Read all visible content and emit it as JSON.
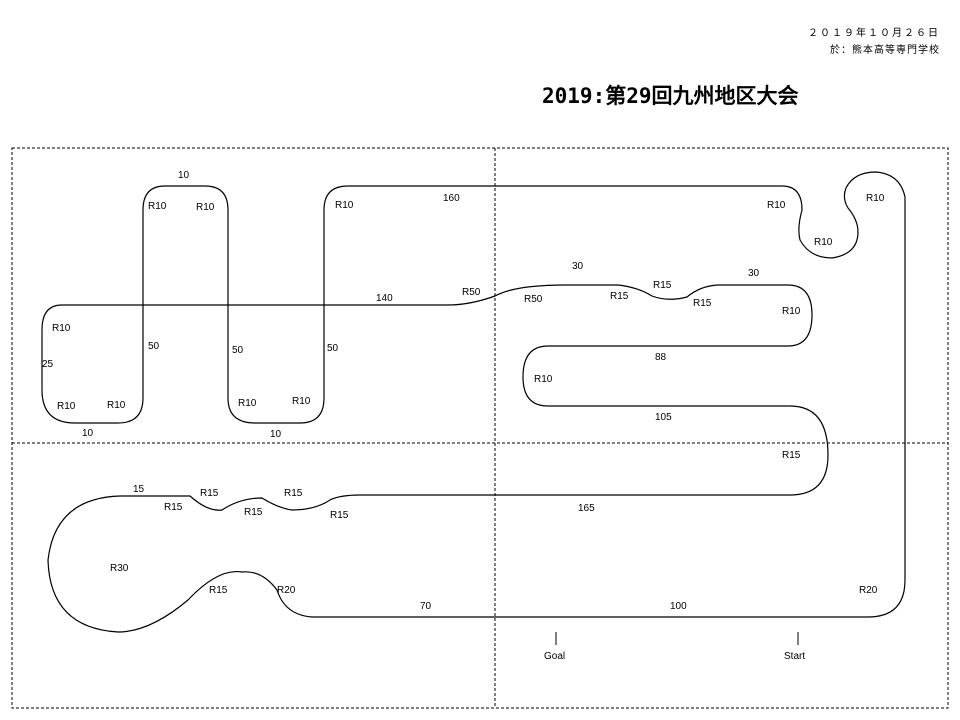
{
  "header": {
    "date": "２０１９年１０月２６日",
    "venue": "於：熊本高等専門学校",
    "title": "2019:第29回九州地区大会"
  },
  "markers": {
    "goal": "Goal",
    "start": "Start"
  },
  "labels": {
    "seg_10_top": "10",
    "r10_a": "R10",
    "r10_b": "R10",
    "r10_c": "R10",
    "seg_160": "160",
    "r10_d": "R10",
    "r10_e": "R10",
    "r10_f": "R10",
    "seg_30_a": "30",
    "seg_30_b": "30",
    "seg_140": "140",
    "r50_a": "R50",
    "r50_b": "R50",
    "r15_a": "R15",
    "r15_b": "R15",
    "r15_c": "R15",
    "r10_g": "R10",
    "r10_h": "R10",
    "seg_50_a": "50",
    "seg_50_b": "50",
    "seg_50_c": "50",
    "seg_25": "25",
    "seg_88": "88",
    "r10_i": "R10",
    "r10_j": "R10",
    "r10_k": "R10",
    "r10_l": "R10",
    "r10_m": "R10",
    "seg_105": "105",
    "seg_10_b": "10",
    "seg_10_c": "10",
    "r15_d": "R15",
    "seg_15": "15",
    "r15_e": "R15",
    "r15_f": "R15",
    "r15_g": "R15",
    "r15_h": "R15",
    "r15_i": "R15",
    "seg_165": "165",
    "r30": "R30",
    "r15_j": "R15",
    "r20_a": "R20",
    "seg_70": "70",
    "seg_100": "100",
    "r20_b": "R20"
  }
}
